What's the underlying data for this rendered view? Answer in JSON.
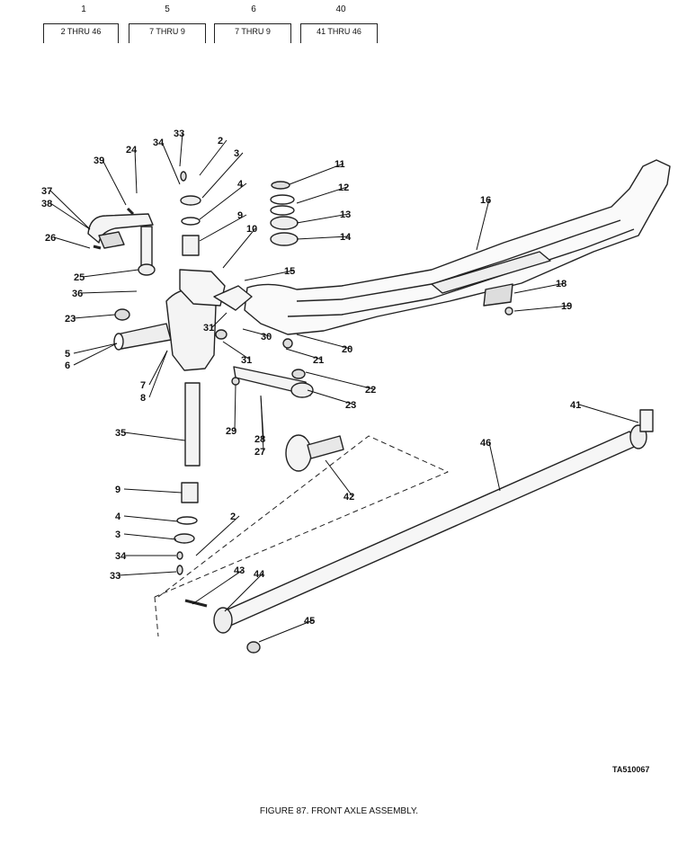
{
  "header_columns": [
    {
      "number": "1",
      "range": "2 THRU 46"
    },
    {
      "number": "5",
      "range": "7 THRU 9"
    },
    {
      "number": "6",
      "range": "7 THRU 9"
    },
    {
      "number": "40",
      "range": "41 THRU 46"
    }
  ],
  "callouts": [
    "33",
    "34",
    "2",
    "3",
    "24",
    "39",
    "4",
    "37",
    "38",
    "11",
    "12",
    "16",
    "9",
    "10",
    "13",
    "14",
    "26",
    "25",
    "15",
    "36",
    "18",
    "23",
    "19",
    "31",
    "30",
    "20",
    "5",
    "6",
    "21",
    "31",
    "22",
    "7",
    "8",
    "23",
    "41",
    "35",
    "29",
    "28",
    "27",
    "46",
    "42",
    "9",
    "4",
    "2",
    "3",
    "34",
    "33",
    "43",
    "44",
    "45"
  ],
  "figure_id": "TA510067",
  "caption": "FIGURE 87. FRONT AXLE ASSEMBLY."
}
